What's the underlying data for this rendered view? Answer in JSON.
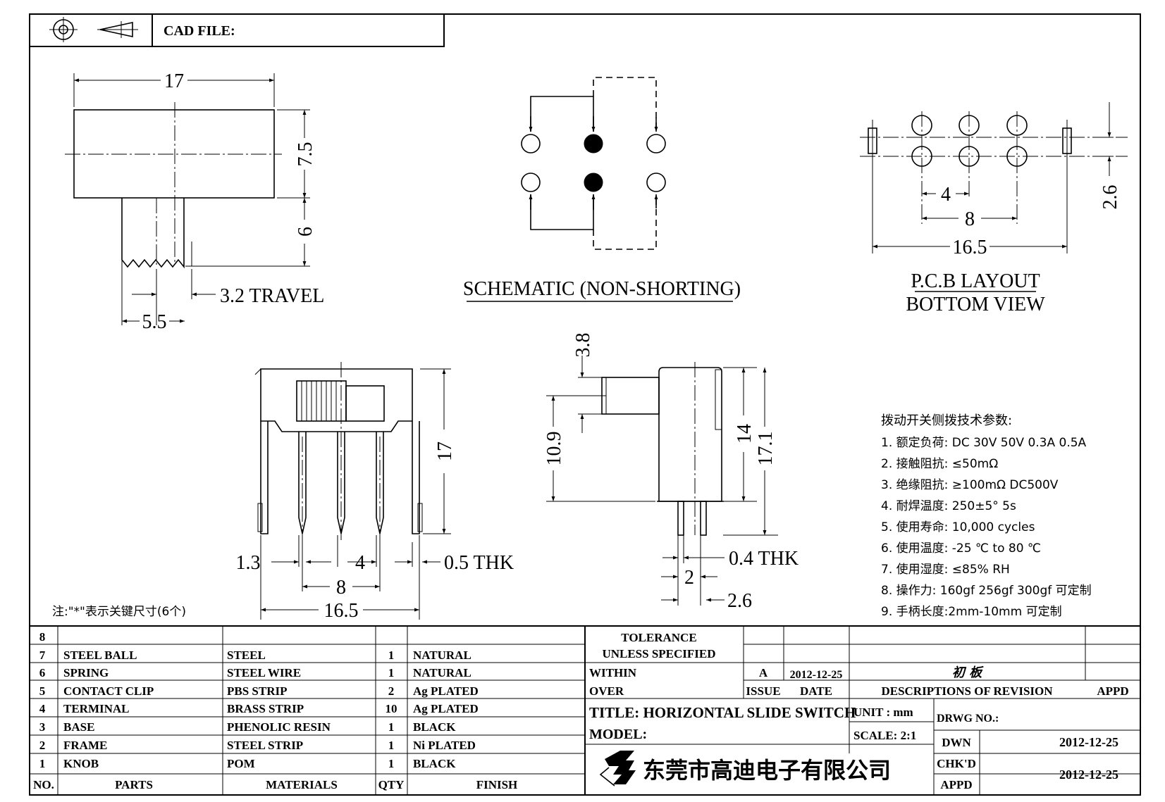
{
  "header": {
    "cad_file_label": "CAD FILE:"
  },
  "side_view": {
    "dim_width": "17",
    "dim_height": "7.5",
    "dim_knob": "6",
    "dim_travel": "3.2 TRAVEL",
    "dim_knob_width": "5.5"
  },
  "schematic": {
    "title": "SCHEMATIC (NON-SHORTING)"
  },
  "pcb_layout": {
    "title_line1": "P.C.B LAYOUT",
    "title_line2": "BOTTOM VIEW",
    "dim_pitch": "4",
    "dim_span": "8",
    "dim_total": "16.5",
    "dim_row": "2.6"
  },
  "front_view": {
    "dim_height": "17",
    "dim_left": "1.3",
    "dim_pitch": "4",
    "dim_thk": "0.5 THK",
    "dim_span": "8",
    "dim_total": "16.5"
  },
  "end_view": {
    "dim_knob": "3.8",
    "dim_body": "10.9",
    "dim_h14": "14",
    "dim_h171": "17.1",
    "dim_thk": "0.4 THK",
    "dim_pin": "2",
    "dim_pin2": "2.6"
  },
  "note": "注:\"*\"表示关键尺寸(6个)",
  "specs": {
    "title": "拨动开关侧拨技术参数:",
    "items": [
      "1.  额定负荷: DC 30V    50V    0.3A    0.5A",
      "2.  接触阻抗: ≤50mΩ",
      "3.  绝缘阻抗: ≥100mΩ  DC500V",
      "4.  耐焊温度: 250±5°  5s",
      "5.  使用寿命: 10,000 cycles",
      "6.  使用温度: -25 ℃  to 80 ℃",
      "7.  使用湿度: ≤85% RH",
      "8.  操作力: 160gf    256gf    300gf  可定制",
      "9.  手柄长度:2mm-10mm  可定制"
    ]
  },
  "bom": {
    "rows": [
      {
        "no": "8",
        "part": "",
        "material": "",
        "qty": "",
        "finish": ""
      },
      {
        "no": "7",
        "part": "STEEL BALL",
        "material": "STEEL",
        "qty": "1",
        "finish": "NATURAL"
      },
      {
        "no": "6",
        "part": "SPRING",
        "material": "STEEL WIRE",
        "qty": "1",
        "finish": "NATURAL"
      },
      {
        "no": "5",
        "part": "CONTACT CLIP",
        "material": "PBS STRIP",
        "qty": "2",
        "finish": "Ag PLATED"
      },
      {
        "no": "4",
        "part": "TERMINAL",
        "material": "BRASS STRIP",
        "qty": "10",
        "finish": "Ag PLATED"
      },
      {
        "no": "3",
        "part": "BASE",
        "material": "PHENOLIC RESIN",
        "qty": "1",
        "finish": "BLACK"
      },
      {
        "no": "2",
        "part": "FRAME",
        "material": "STEEL STRIP",
        "qty": "1",
        "finish": "Ni PLATED"
      },
      {
        "no": "1",
        "part": "KNOB",
        "material": "POM",
        "qty": "1",
        "finish": "BLACK"
      }
    ],
    "headers": {
      "no": "NO.",
      "part": "PARTS",
      "material": "MATERIALS",
      "qty": "QTY",
      "finish": "FINISH"
    }
  },
  "title_block": {
    "tolerance_1": "TOLERANCE",
    "tolerance_2": "UNLESS   SPECIFIED",
    "within": "WITHIN",
    "over": "OVER",
    "rev_letter": "A",
    "rev_date": "2012-12-25",
    "rev_desc": "初 板",
    "issue_label": "ISSUE",
    "date_label": "DATE",
    "desc_label": "DESCRIPTIONS OF REVISION",
    "appd_label": "APPD",
    "title": "TITLE: HORIZONTAL SLIDE SWITCH",
    "unit": "UNIT : mm",
    "drwg_no": "DRWG NO.:",
    "model": "MODEL:",
    "scale": "SCALE: 2:1",
    "dwn_label": "DWN",
    "dwn_date": "2012-12-25",
    "chkd_label": "CHK'D",
    "appd2_label": "APPD",
    "chkd_date": "2012-12-25",
    "company": "东莞市高迪电子有限公司"
  }
}
